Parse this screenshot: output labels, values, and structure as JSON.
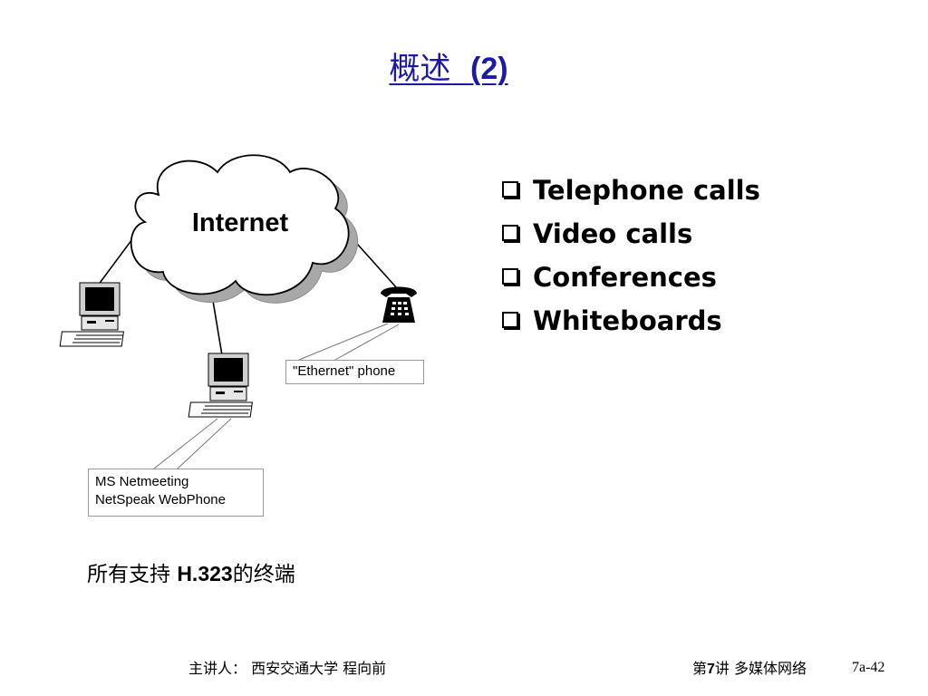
{
  "slide": {
    "title_main": "概述",
    "title_suffix": "(2)"
  },
  "diagram": {
    "cloud_label": "Internet",
    "phone_callout": "\"Ethernet\" phone",
    "pc_callout_line1": "MS Netmeeting",
    "pc_callout_line2": "NetSpeak WebPhone",
    "icons": [
      "pc-icon",
      "pc-icon",
      "telephone-icon",
      "cloud-icon"
    ]
  },
  "bullets": {
    "items": [
      {
        "label": "Telephone calls"
      },
      {
        "label": "Video calls"
      },
      {
        "label": "Conferences"
      },
      {
        "label": "Whiteboards"
      }
    ]
  },
  "caption": {
    "prefix": "所有支持 ",
    "standard": "H.323",
    "suffix": "的终端"
  },
  "footer": {
    "left": "主讲人：  西安交通大学  程向前",
    "right_prefix": "第",
    "right_num": "7",
    "right_suffix": "讲 多媒体网络",
    "page": "7a-42"
  },
  "colors": {
    "title": "#1a1aa6",
    "cloud_shadow": "#a8a8a8"
  }
}
